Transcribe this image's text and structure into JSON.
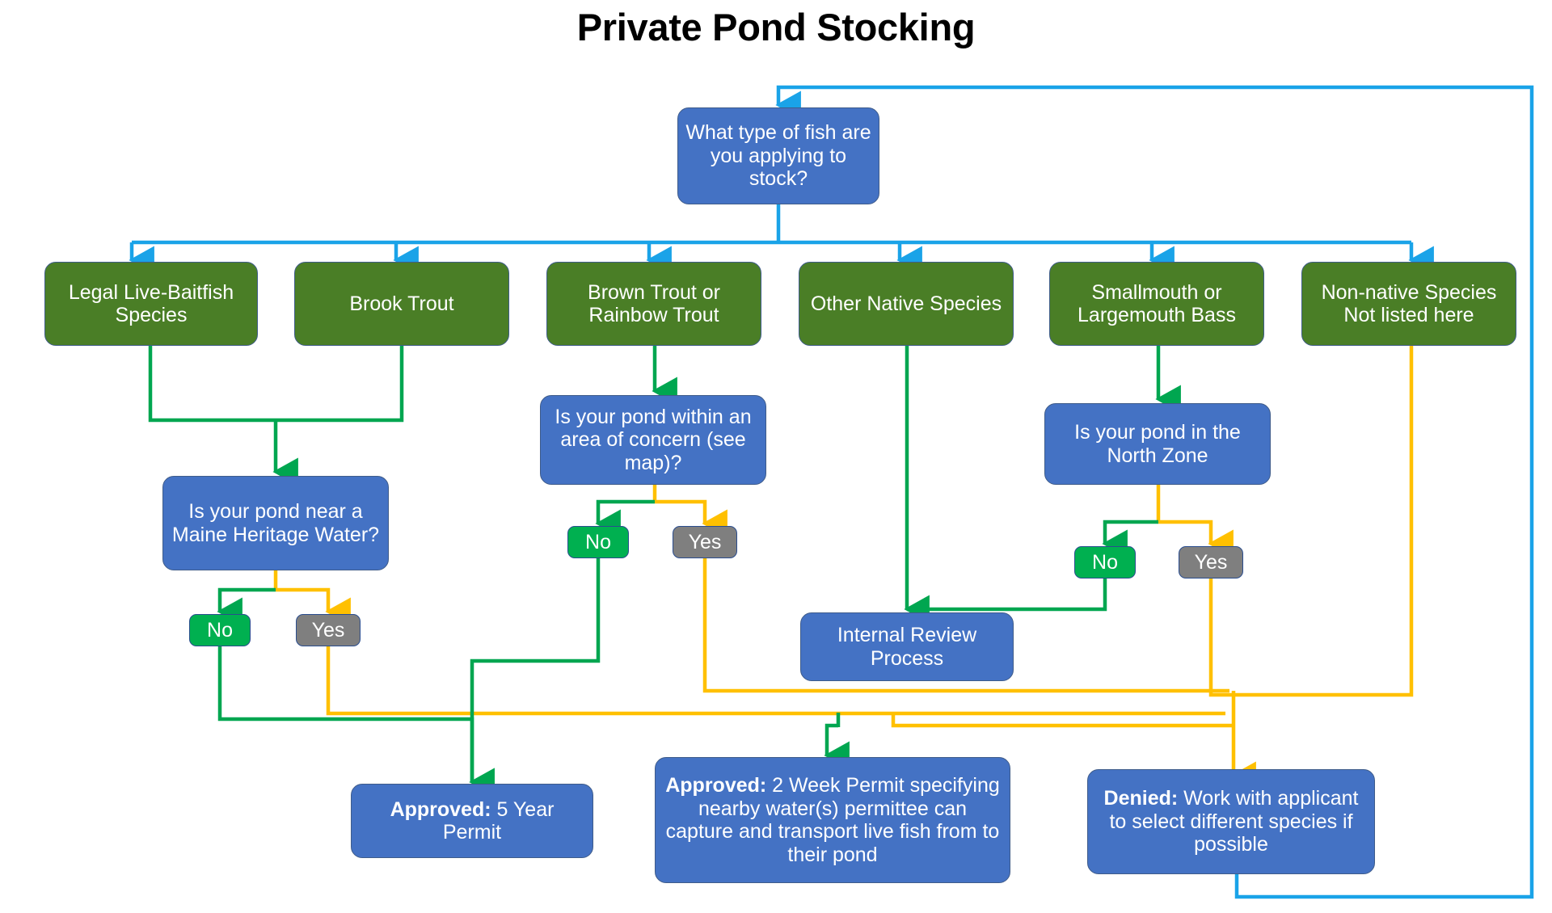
{
  "title": "Private Pond Stocking",
  "colors": {
    "node_green": "#4a7e26",
    "node_blue": "#4472c4",
    "badge_no_green": "#00b050",
    "badge_yes_gray": "#7f7f7f",
    "edge_blue": "#1aa3e8",
    "edge_green": "#00a650",
    "edge_yellow": "#ffc000",
    "title_text": "#000000",
    "node_text": "#ffffff"
  },
  "nodes": {
    "start": {
      "label": "What type of fish are you applying to stock?",
      "type": "blue"
    },
    "species_baitfish": {
      "label": "Legal Live-Baitfish Species",
      "type": "green"
    },
    "species_brook_trout": {
      "label": "Brook Trout",
      "type": "green"
    },
    "species_brown_rainbow": {
      "label": "Brown Trout or Rainbow Trout",
      "type": "green"
    },
    "species_other_native": {
      "label": "Other Native Species",
      "type": "green"
    },
    "species_bass": {
      "label": "Smallmouth or Largemouth Bass",
      "type": "green"
    },
    "species_non_native": {
      "label": "Non-native Species Not listed here",
      "type": "green"
    },
    "q_heritage_water": {
      "label": "Is your pond near a Maine Heritage Water?",
      "type": "blue"
    },
    "q_area_of_concern": {
      "label": "Is your pond within an area of concern (see map)?",
      "type": "blue"
    },
    "q_north_zone": {
      "label": "Is your pond in the North Zone",
      "type": "blue"
    },
    "internal_review": {
      "label": "Internal Review Process",
      "type": "blue"
    },
    "badge_heritage_no": {
      "label": "No",
      "type": "badge-no"
    },
    "badge_heritage_yes": {
      "label": "Yes",
      "type": "badge-yes"
    },
    "badge_concern_no": {
      "label": "No",
      "type": "badge-no"
    },
    "badge_concern_yes": {
      "label": "Yes",
      "type": "badge-yes"
    },
    "badge_north_no": {
      "label": "No",
      "type": "badge-no"
    },
    "badge_north_yes": {
      "label": "Yes",
      "type": "badge-yes"
    },
    "outcome_5_year": {
      "label_bold": "Approved:",
      "label_rest": " 5 Year Permit",
      "type": "blue"
    },
    "outcome_2_week": {
      "label_bold": "Approved:",
      "label_rest": " 2 Week Permit specifying nearby water(s) permittee can capture and transport live fish from to their pond",
      "type": "blue"
    },
    "outcome_denied": {
      "label_bold": "Denied:",
      "label_rest": " Work with applicant to  select different species if possible",
      "type": "blue"
    }
  },
  "edges": [
    {
      "from": "outcome_denied",
      "to": "start",
      "color": "blue",
      "note": "feedback loop back to start"
    },
    {
      "from": "start",
      "to": "species_baitfish",
      "color": "blue"
    },
    {
      "from": "start",
      "to": "species_brook_trout",
      "color": "blue"
    },
    {
      "from": "start",
      "to": "species_brown_rainbow",
      "color": "blue"
    },
    {
      "from": "start",
      "to": "species_other_native",
      "color": "blue"
    },
    {
      "from": "start",
      "to": "species_bass",
      "color": "blue"
    },
    {
      "from": "start",
      "to": "species_non_native",
      "color": "blue"
    },
    {
      "from": "species_baitfish",
      "to": "q_heritage_water",
      "color": "green"
    },
    {
      "from": "species_brook_trout",
      "to": "q_heritage_water",
      "color": "green"
    },
    {
      "from": "species_brown_rainbow",
      "to": "q_area_of_concern",
      "color": "green"
    },
    {
      "from": "species_other_native",
      "to": "internal_review",
      "color": "green"
    },
    {
      "from": "species_bass",
      "to": "q_north_zone",
      "color": "green"
    },
    {
      "from": "species_non_native",
      "to": "outcome_denied",
      "color": "yellow"
    },
    {
      "from": "q_heritage_water",
      "to": "badge_heritage_no",
      "color": "green"
    },
    {
      "from": "q_heritage_water",
      "to": "badge_heritage_yes",
      "color": "yellow"
    },
    {
      "from": "badge_heritage_no",
      "to": "outcome_5_year",
      "color": "green"
    },
    {
      "from": "badge_heritage_yes",
      "to": "outcome_denied",
      "color": "yellow"
    },
    {
      "from": "q_area_of_concern",
      "to": "badge_concern_no",
      "color": "green"
    },
    {
      "from": "q_area_of_concern",
      "to": "badge_concern_yes",
      "color": "yellow"
    },
    {
      "from": "badge_concern_no",
      "to": "outcome_5_year",
      "color": "green"
    },
    {
      "from": "badge_concern_yes",
      "to": "outcome_denied",
      "color": "yellow"
    },
    {
      "from": "q_north_zone",
      "to": "badge_north_no",
      "color": "green"
    },
    {
      "from": "q_north_zone",
      "to": "badge_north_yes",
      "color": "yellow"
    },
    {
      "from": "badge_north_no",
      "to": "internal_review",
      "color": "green"
    },
    {
      "from": "badge_north_yes",
      "to": "outcome_denied",
      "color": "yellow"
    },
    {
      "from": "internal_review",
      "to": "outcome_2_week",
      "color": "green"
    },
    {
      "from": "internal_review",
      "to": "outcome_denied",
      "color": "yellow"
    }
  ]
}
